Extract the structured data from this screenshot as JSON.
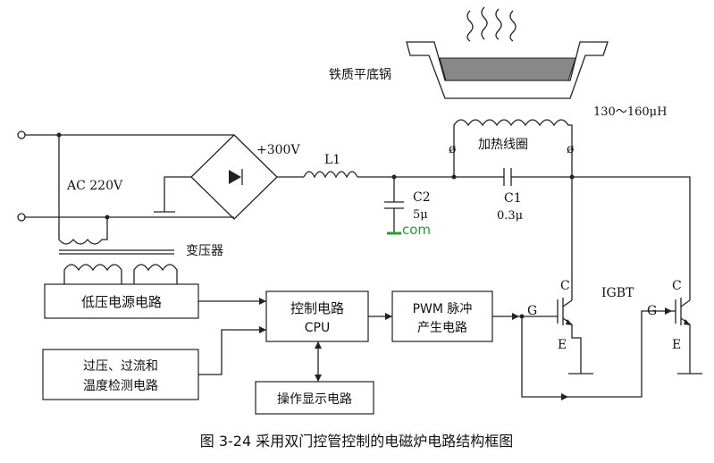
{
  "labels": {
    "pot": "铁质平底锅",
    "inductance": "130～160μH",
    "heating_coil": "加热线圈",
    "ac_input": "AC 220V",
    "dc_voltage": "+300V",
    "l1": "L1",
    "c2_name": "C2",
    "c2_value": "5μ",
    "c1_name": "C1",
    "c1_value": "0.3μ",
    "watermark": "com",
    "transformer": "变压器",
    "igbt": "IGBT",
    "pin_c1": "C",
    "pin_g1": "G",
    "pin_e1": "E",
    "pin_c2": "C",
    "pin_g2": "G",
    "pin_e2": "E"
  },
  "blocks": {
    "low_voltage_psu": "低压电源电路",
    "control_line1": "控制电路",
    "control_line2": "CPU",
    "pwm_line1": "PWM 脉冲",
    "pwm_line2": "产生电路",
    "protect_line1": "过压、过流和",
    "protect_line2": "温度检测电路",
    "display": "操作显示电路"
  },
  "caption": "图 3-24   采用双门控管控制的电磁炉电路结构框图",
  "colors": {
    "line": "#222222",
    "pot_fill": "#888888",
    "watermark": "#2a9d2a"
  }
}
